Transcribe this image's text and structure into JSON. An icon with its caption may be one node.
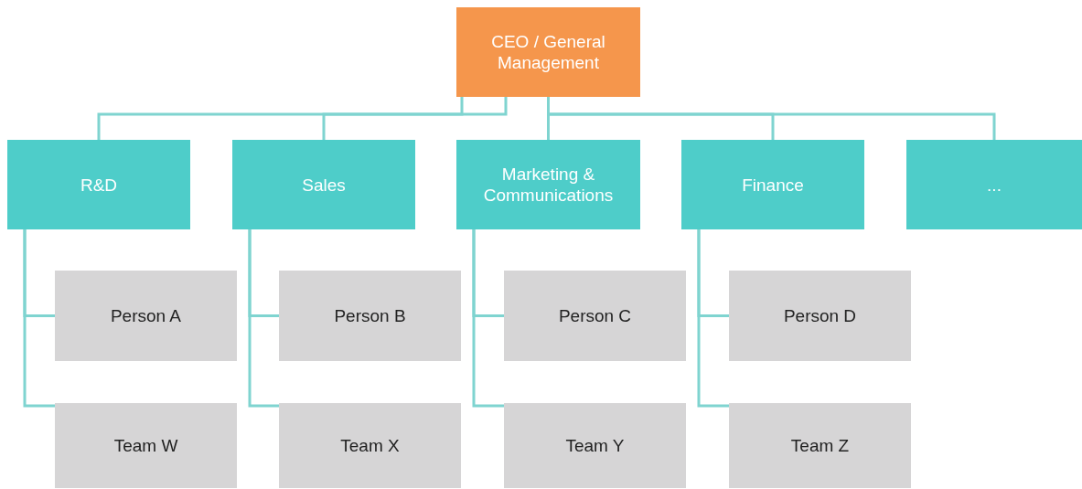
{
  "diagram": {
    "nodes": [
      {
        "text": [
          "CEO / General Management"
        ]
      },
      {
        "text": [
          "R&D"
        ]
      },
      {
        "text": [
          "Sales"
        ]
      },
      {
        "text": [
          "Marketing & Communications"
        ]
      },
      {
        "text": [
          "Finance"
        ]
      },
      {
        "text": [
          "..."
        ]
      },
      {
        "text": [
          "Person A"
        ]
      },
      {
        "text": [
          "Team W"
        ]
      },
      {
        "text": [
          "Person B"
        ]
      },
      {
        "text": [
          "Team X"
        ]
      },
      {
        "text": [
          "Person C"
        ]
      },
      {
        "text": [
          "Team Y"
        ]
      },
      {
        "text": [
          "Person D"
        ]
      },
      {
        "text": [
          "Team Z"
        ]
      }
    ],
    "edges": [
      {
        "from": 0,
        "to": 1,
        "arrow": "none"
      },
      {
        "from": 0,
        "to": 2,
        "arrow": "none"
      },
      {
        "from": 0,
        "to": 3,
        "arrow": "none"
      },
      {
        "from": 0,
        "to": 4,
        "arrow": "none"
      },
      {
        "from": 0,
        "to": 5,
        "arrow": "none"
      },
      {
        "from": 1,
        "to": 6,
        "arrow": "none"
      },
      {
        "from": 1,
        "to": 7,
        "arrow": "none"
      },
      {
        "from": 2,
        "to": 8,
        "arrow": "none"
      },
      {
        "from": 2,
        "to": 9,
        "arrow": "none"
      },
      {
        "from": 3,
        "to": 10,
        "arrow": "none"
      },
      {
        "from": 3,
        "to": 11,
        "arrow": "none"
      },
      {
        "from": 4,
        "to": 12,
        "arrow": "none"
      },
      {
        "from": 4,
        "to": 13,
        "arrow": "none"
      }
    ]
  }
}
